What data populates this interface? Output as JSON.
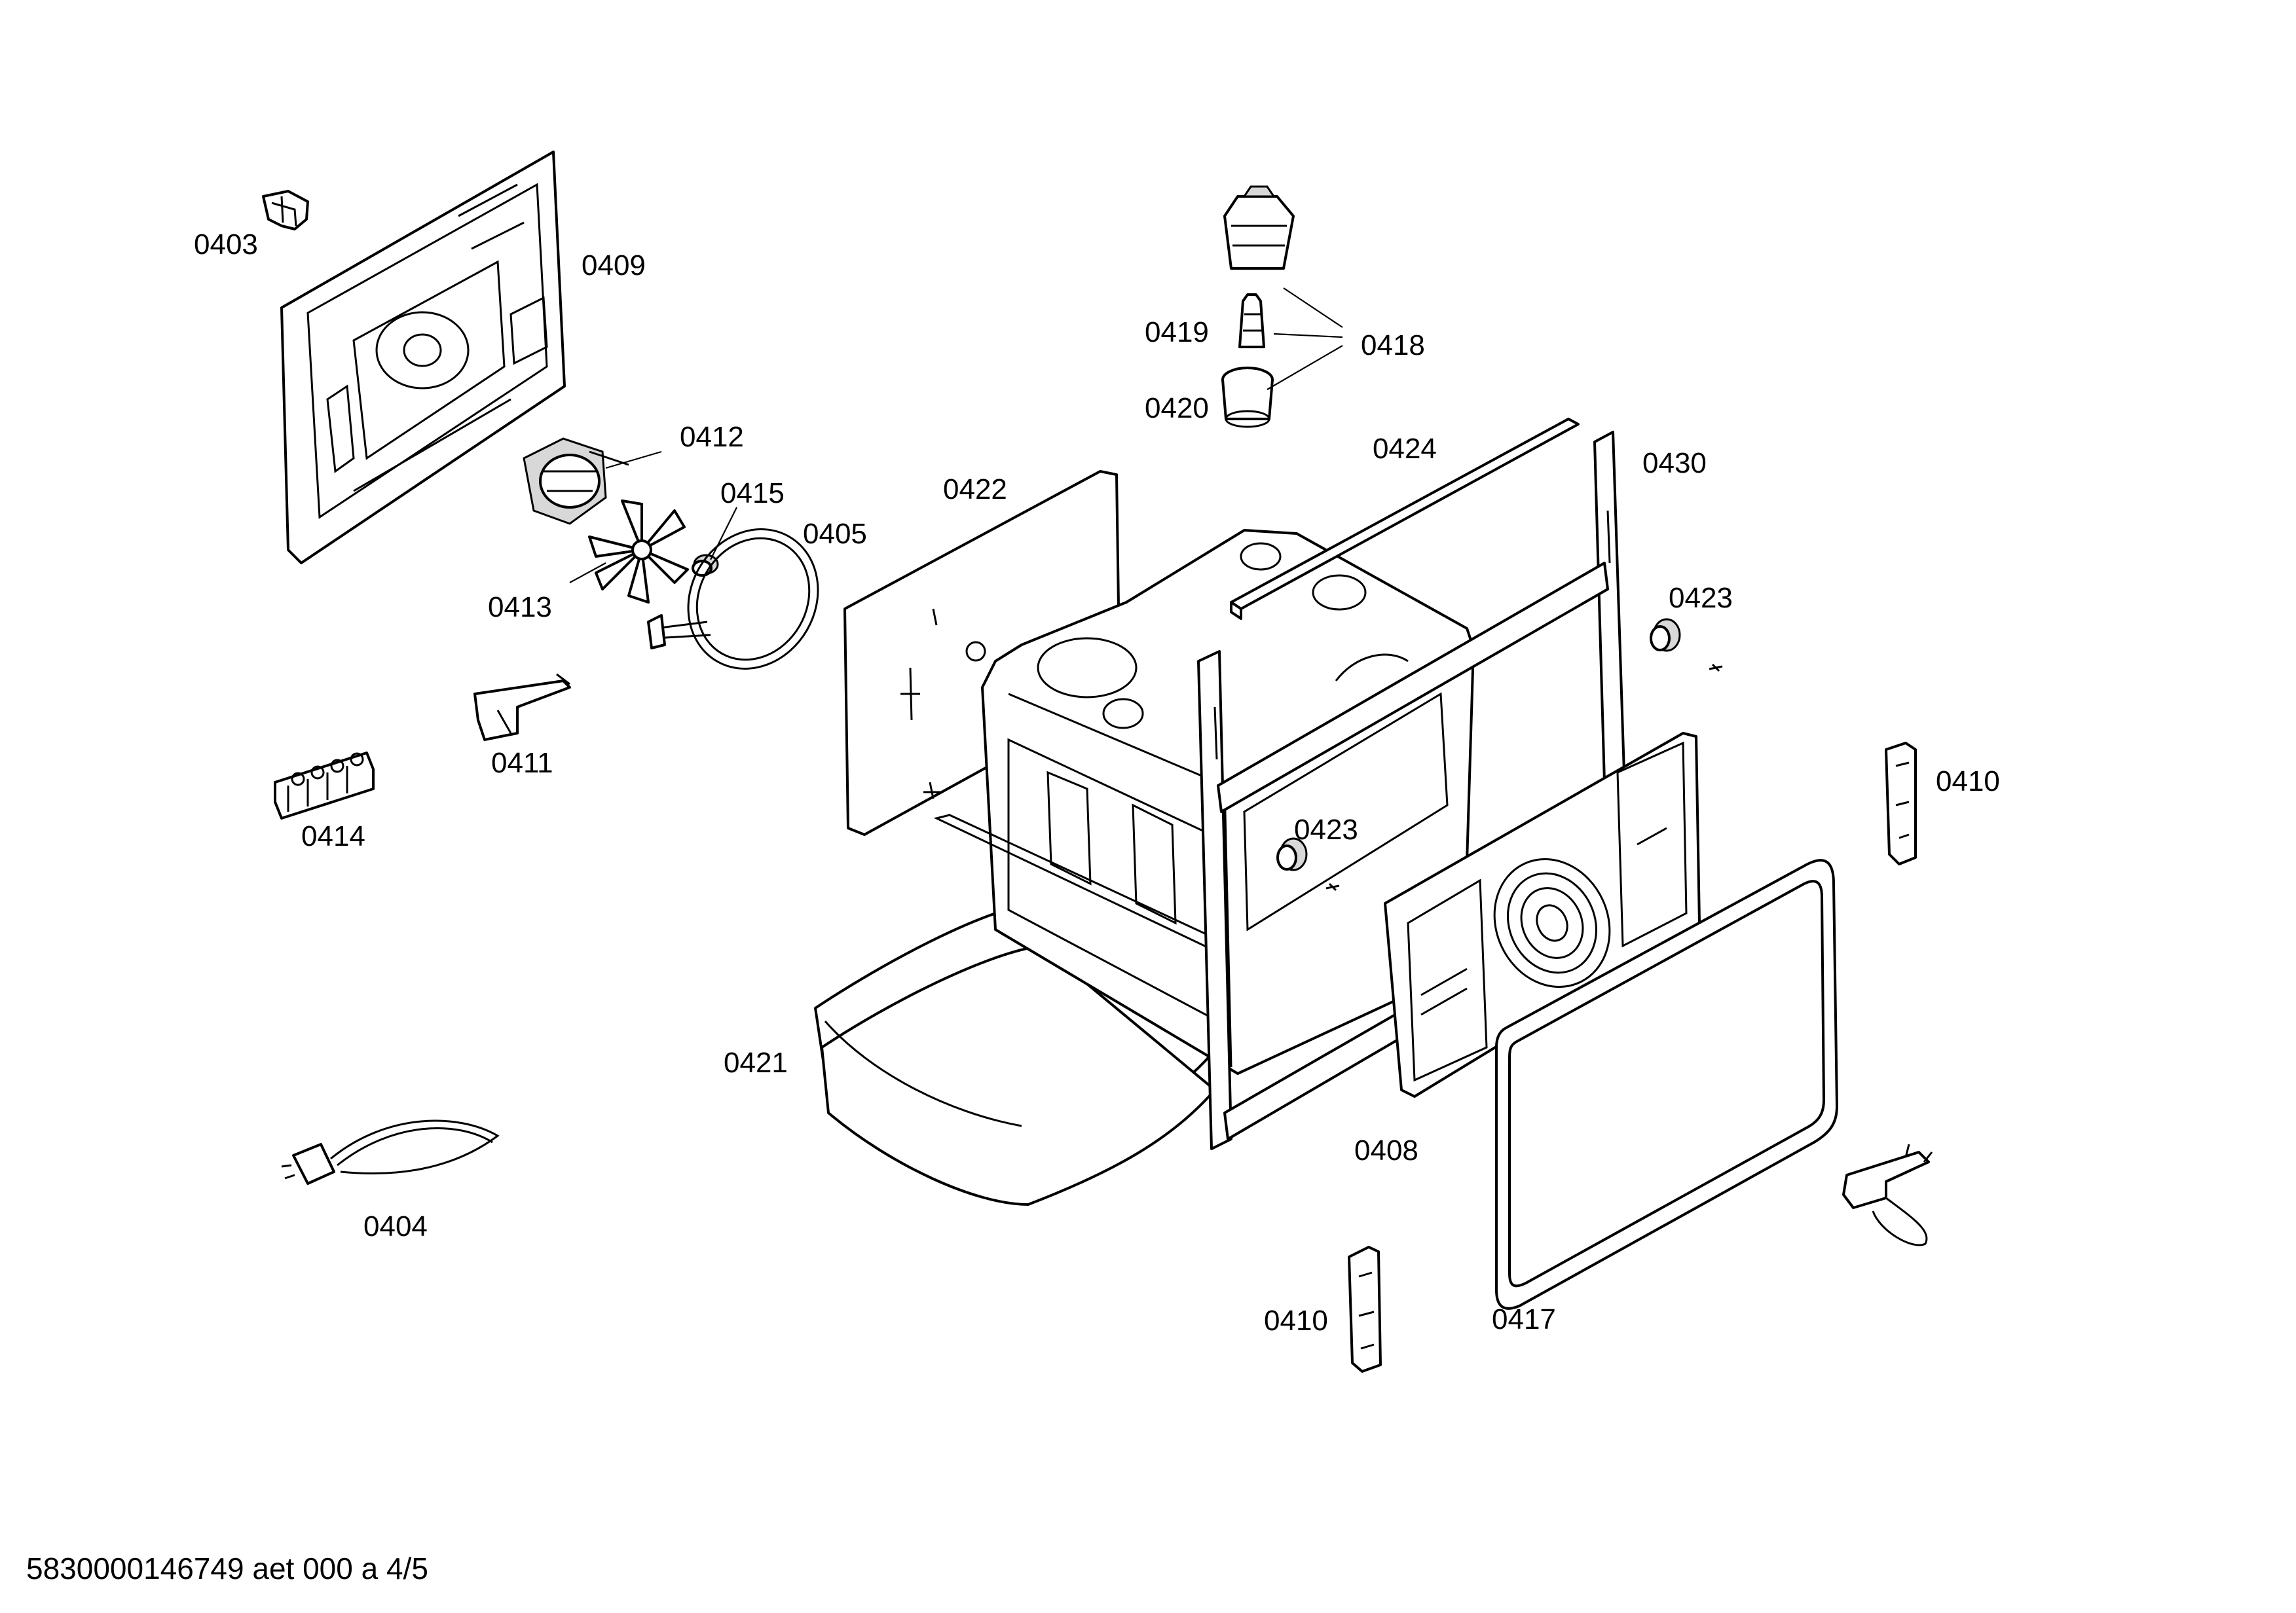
{
  "labels": {
    "p0403": "0403",
    "p0409": "0409",
    "p0412": "0412",
    "p0415": "0415",
    "p0405": "0405",
    "p0413": "0413",
    "p0411": "0411",
    "p0414": "0414",
    "p0404": "0404",
    "p0418": "0418",
    "p0419": "0419",
    "p0420": "0420",
    "p0422": "0422",
    "p0424": "0424",
    "p0430": "0430",
    "p0423_right": "0423",
    "p0423_center": "0423",
    "p0410_right": "0410",
    "p0410_bottom": "0410",
    "p0421": "0421",
    "p0408": "0408",
    "p0417": "0417"
  },
  "footer": "5830000146749 aet 000 a 4/5"
}
